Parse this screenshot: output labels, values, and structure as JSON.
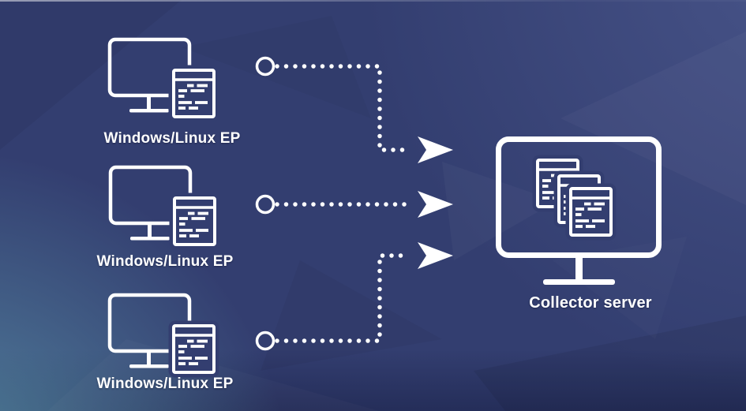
{
  "diagram": {
    "type": "network-flow-diagram",
    "colors": {
      "background": "#333E70",
      "background_teal_corner": "#3E6480",
      "foreground_lines": "#FFFFFF",
      "label_text": "#FFFFFF"
    },
    "endpoints": [
      {
        "label": "Windows/Linux EP",
        "icon": "monitor-with-log-file-icon"
      },
      {
        "label": "Windows/Linux EP",
        "icon": "monitor-with-log-file-icon"
      },
      {
        "label": "Windows/Linux EP",
        "icon": "monitor-with-log-file-icon"
      }
    ],
    "collector": {
      "label": "Collector server",
      "icon": "monitor-with-stacked-log-files-icon"
    },
    "connectors": {
      "style": "dotted",
      "start_marker": "open-circle",
      "end_marker": "arrowhead",
      "count": 3,
      "direction": "endpoints-to-collector"
    }
  }
}
